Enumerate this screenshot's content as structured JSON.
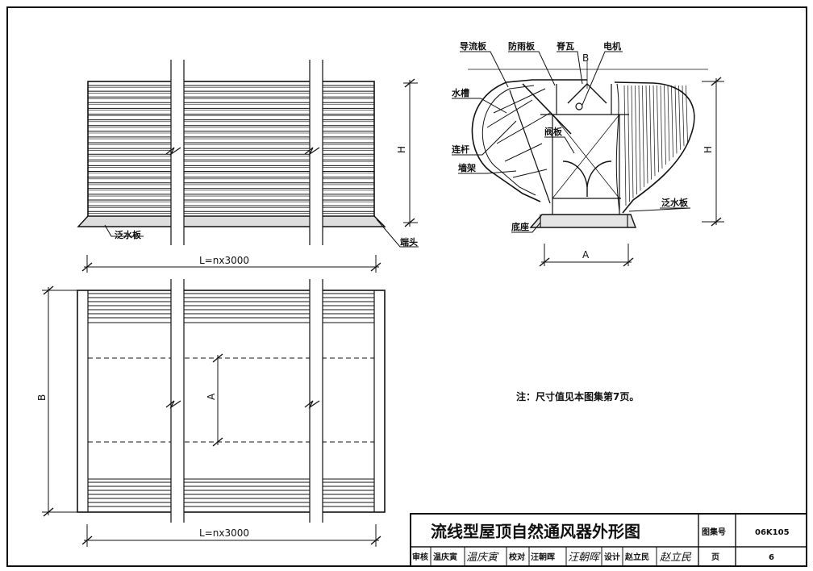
{
  "drawing": {
    "elevation_labels": {
      "flashing": "泛水板",
      "end_cap": "端头",
      "height": "H",
      "length": "L=nx3000"
    },
    "plan_labels": {
      "width": "B",
      "throat": "A",
      "length": "L=nx3000"
    },
    "section_labels": {
      "guide_plate": "导流板",
      "rain_plate": "防雨板",
      "ridge_tile": "脊瓦",
      "motor": "电机",
      "section_b": "B",
      "gutter": "水槽",
      "damper": "阀板",
      "link_rod": "连杆",
      "wall_frame": "墙架",
      "flashing": "泛水板",
      "base": "底座",
      "height": "H",
      "throat": "A"
    },
    "note": "注：尺寸值见本图集第7页。"
  },
  "title_block": {
    "title": "流线型屋顶自然通风器外形图",
    "atlas_label": "图集号",
    "atlas_no": "06K105",
    "page_label": "页",
    "page_no": "6",
    "review_label": "审核",
    "reviewer": "温庆寅",
    "check_label": "校对",
    "checker": "汪朝晖",
    "design_label": "设计",
    "designer": "赵立民",
    "sig_reviewer": "温庆寅",
    "sig_checker": "汪朝晖",
    "sig_designer": "赵立民"
  }
}
